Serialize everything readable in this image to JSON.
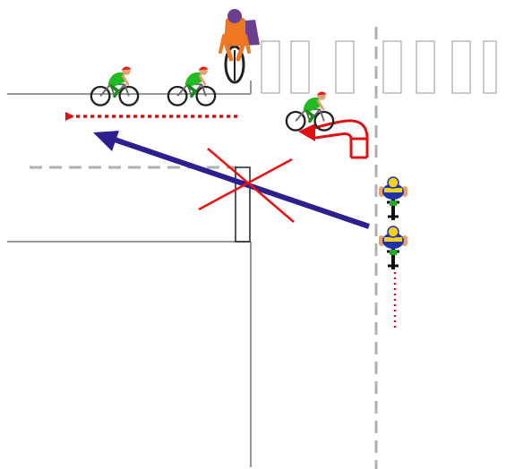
{
  "diagram": {
    "kind": "bicycle-hook-turn-illustration",
    "colors": {
      "road_line": "#777777",
      "dashed_line": "#b0b0b0",
      "crosswalk_stroke": "#a8a8a8",
      "wrong_arrow": "#2c1f8f",
      "prohibited_cross": "#ee1111",
      "correct_path": "#e01010",
      "cyclist_jersey_green": "#22bb22",
      "cyclist_helmet_red": "#e02020",
      "rider_orange": "#ee7722",
      "rider_purple": "#6a3f8f",
      "topdown_jersey_blue": "#2233aa",
      "topdown_jersey_yellow": "#f0d020",
      "topdown_skin": "#e8a070"
    },
    "icons": {
      "waiting_cyclists": "cyclist-green-icon",
      "turning_cyclist": "cyclist-green-icon",
      "crossing_rider": "cyclist-orange-purple-icon",
      "approaching_cyclists": "cyclist-topdown-icon",
      "prohibited_path": "blue-arrow-icon",
      "prohibited_mark": "red-x-icon",
      "correct_path": "red-dotted-arrow-icon",
      "turn_marker": "u-turn-arrow-icon"
    },
    "crosswalk_stripe_count": 7,
    "waiting_cyclist_count": 2,
    "approaching_cyclist_count": 2
  }
}
